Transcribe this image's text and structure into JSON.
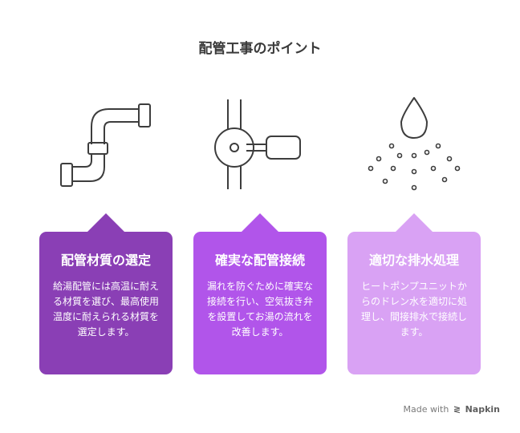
{
  "title": "配管工事のポイント",
  "cards": [
    {
      "heading": "配管材質の選定",
      "body": "給湯配管には高温に耐える材質を選び、最高使用温度に耐えられる材質を選定します。",
      "icon": "pipe-elbow-icon",
      "color": "#8a3fb5"
    },
    {
      "heading": "確実な配管接続",
      "body": "漏れを防ぐために確実な接続を行い、空気抜き弁を設置してお湯の流れを改善します。",
      "icon": "valve-icon",
      "color": "#b155ea"
    },
    {
      "heading": "適切な排水処理",
      "body": "ヒートポンプユニットからのドレン水を適切に処理し、間接排水で接続します。",
      "icon": "water-drop-icon",
      "color": "#d9a2f4"
    }
  ],
  "footer": {
    "made_with": "Made with",
    "brand": "Napkin"
  }
}
